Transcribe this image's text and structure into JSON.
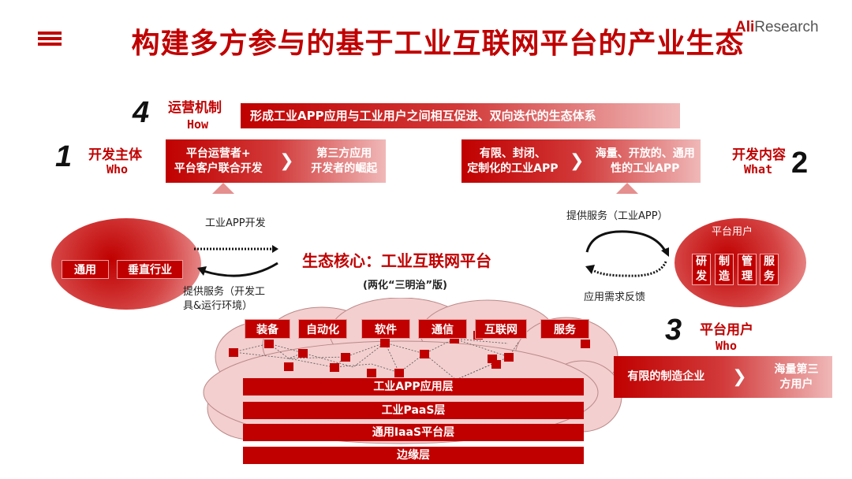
{
  "header": {
    "title": "构建多方参与的基于工业互联网平台的产业生态",
    "brand_a": "Ali",
    "brand_b": "Research",
    "menu_icon": "hamburger-icon"
  },
  "colors": {
    "accent": "#c00000"
  },
  "mechanism": {
    "num": "4",
    "label": "运营机制",
    "en": "How",
    "text": "形成工业APP应用与工业用户之间相互促进、双向迭代的生态体系"
  },
  "developer": {
    "num": "1",
    "label": "开发主体",
    "en": "Who",
    "from": "平台运营者+\n平台客户联合开发",
    "to": "第三方应用\n开发者的崛起"
  },
  "content": {
    "num": "2",
    "label": "开发内容",
    "en": "What",
    "from": "有限、封闭、\n定制化的工业APP",
    "to": "海量、开放的、通用\n性的工业APP"
  },
  "left_circle": {
    "items": [
      "通用",
      "垂直行业"
    ],
    "arrow_top": "工业APP开发",
    "arrow_bottom": "提供服务（开发工\n具&运行环境）"
  },
  "core": {
    "title": "生态核心：工业互联网平台",
    "subtitle": "(两化“三明治”版)",
    "modules": [
      "装备",
      "自动化",
      "软件",
      "通信",
      "互联网",
      "服务"
    ],
    "layers": [
      "工业APP应用层",
      "工业PaaS层",
      "通用IaaS平台层",
      "边缘层"
    ]
  },
  "right_circle": {
    "title": "平台用户",
    "cols": [
      "研\n发",
      "制\n造",
      "管\n理",
      "服\n务"
    ],
    "arrow_top": "提供服务（工业APP）",
    "arrow_bottom": "应用需求反馈"
  },
  "users": {
    "num": "3",
    "label": "平台用户",
    "en": "Who",
    "from": "有限的制造企业",
    "to": "海量第三\n方用户"
  },
  "chevron": "❯"
}
